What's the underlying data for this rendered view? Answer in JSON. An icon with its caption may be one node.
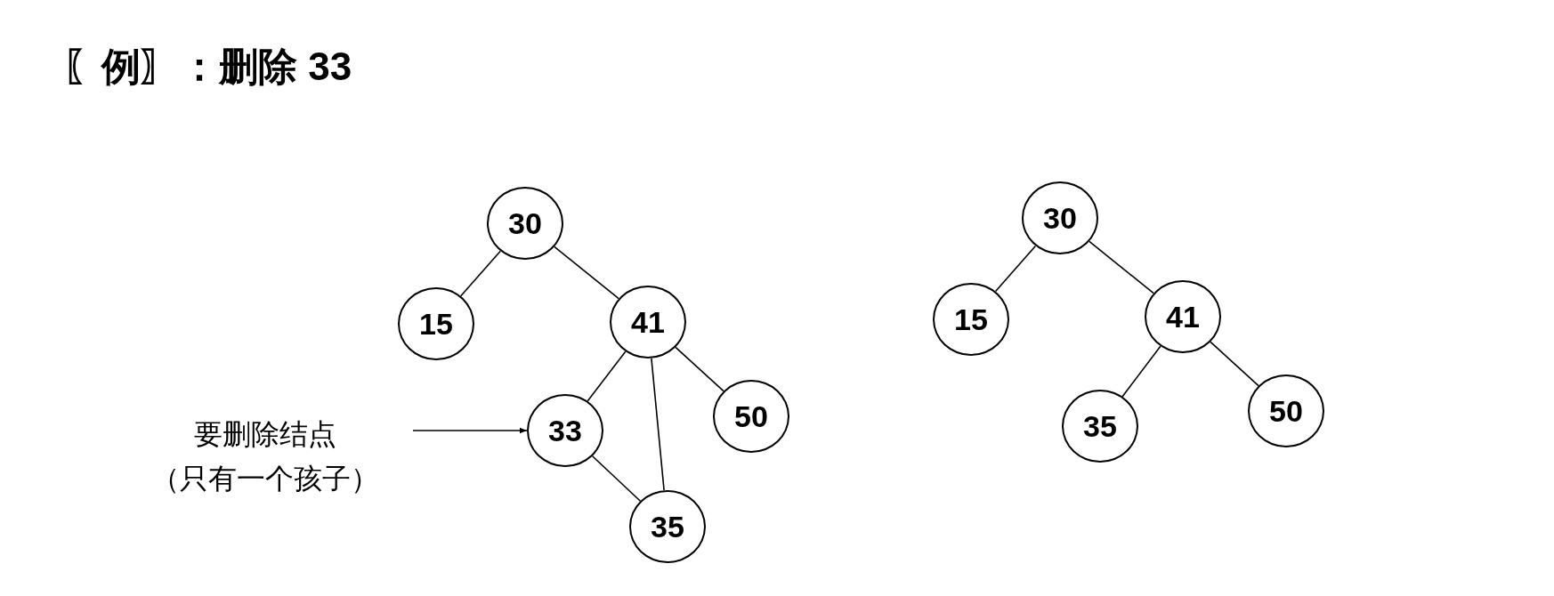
{
  "diagram": {
    "title": "〖例〗：删除 33",
    "nodes": [
      {
        "text": [
          "要删除结点",
          "（只有一个孩子）"
        ]
      },
      {
        "text": [
          "30"
        ]
      },
      {
        "text": [
          "15"
        ]
      },
      {
        "text": [
          "41"
        ]
      },
      {
        "text": [
          "33"
        ]
      },
      {
        "text": [
          "50"
        ]
      },
      {
        "text": [
          "35"
        ]
      },
      {
        "text": [
          "30"
        ]
      },
      {
        "text": [
          "15"
        ]
      },
      {
        "text": [
          "41"
        ]
      },
      {
        "text": [
          "35"
        ]
      },
      {
        "text": [
          "50"
        ]
      }
    ],
    "edges": [
      {
        "from": 0,
        "to": 4,
        "arrow": "to"
      },
      {
        "from": 1,
        "to": 2,
        "arrow": "none"
      },
      {
        "from": 1,
        "to": 3,
        "arrow": "none"
      },
      {
        "from": 3,
        "to": 4,
        "arrow": "none"
      },
      {
        "from": 3,
        "to": 5,
        "arrow": "none"
      },
      {
        "from": 3,
        "to": 6,
        "arrow": "none"
      },
      {
        "from": 4,
        "to": 6,
        "arrow": "none"
      },
      {
        "from": 7,
        "to": 8,
        "arrow": "none"
      },
      {
        "from": 7,
        "to": 9,
        "arrow": "none"
      },
      {
        "from": 9,
        "to": 10,
        "arrow": "none"
      },
      {
        "from": 9,
        "to": 11,
        "arrow": "none"
      }
    ]
  }
}
